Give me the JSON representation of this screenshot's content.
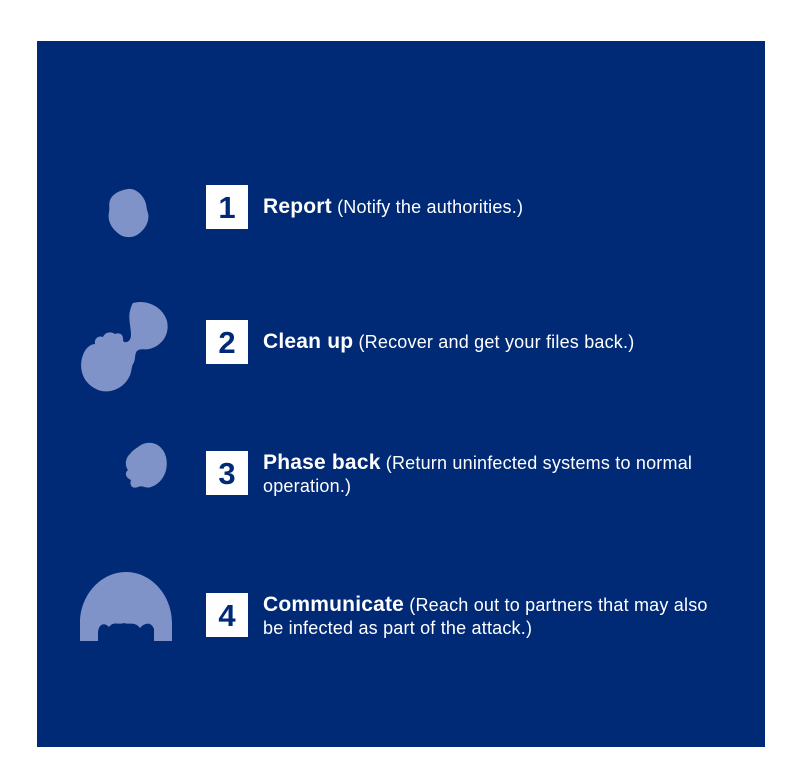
{
  "colors": {
    "page_bg": "#ffffff",
    "panel_bg": "#012a76",
    "icon_fill": "#7f93c9",
    "text_color": "#ffffff",
    "number_color": "#012a76"
  },
  "steps": [
    {
      "number": "1",
      "label": "Report",
      "description": "(Notify the authorities.)",
      "icon": "report-blob-icon"
    },
    {
      "number": "2",
      "label": "Clean up",
      "description": "(Recover and get your files back.)",
      "icon": "cleanup-blob-icon"
    },
    {
      "number": "3",
      "label": "Phase back",
      "description": "(Return uninfected systems to normal operation.)",
      "icon": "phase-back-blob-icon"
    },
    {
      "number": "4",
      "label": "Communicate",
      "description": "(Reach out to partners that may also be infected as part of the attack.)",
      "icon": "communicate-blob-icon"
    }
  ]
}
